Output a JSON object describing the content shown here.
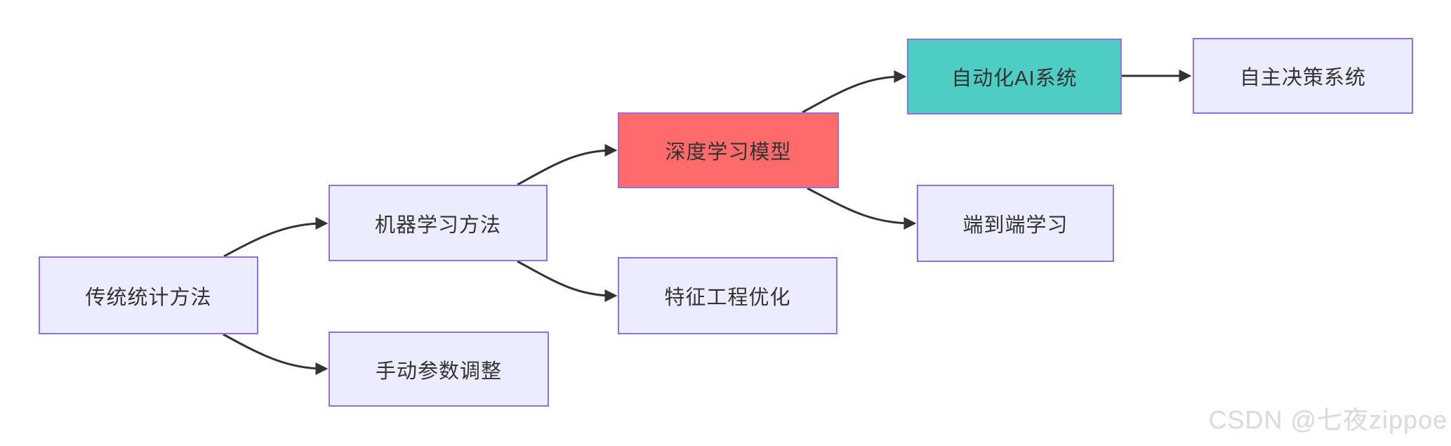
{
  "diagram": {
    "type": "flowchart",
    "direction": "left-to-right",
    "nodes": [
      {
        "id": "traditional-stats",
        "label": "传统统计方法",
        "style": "lavender"
      },
      {
        "id": "machine-learning",
        "label": "机器学习方法",
        "style": "lavender"
      },
      {
        "id": "manual-tuning",
        "label": "手动参数调整",
        "style": "lavender"
      },
      {
        "id": "deep-learning",
        "label": "深度学习模型",
        "style": "red"
      },
      {
        "id": "feature-engineering",
        "label": "特征工程优化",
        "style": "lavender"
      },
      {
        "id": "automated-ai",
        "label": "自动化AI系统",
        "style": "teal"
      },
      {
        "id": "end-to-end",
        "label": "端到端学习",
        "style": "lavender"
      },
      {
        "id": "autonomous-decision",
        "label": "自主决策系统",
        "style": "lavender"
      }
    ],
    "edges": [
      {
        "from": "传统统计方法",
        "to": "机器学习方法"
      },
      {
        "from": "传统统计方法",
        "to": "手动参数调整"
      },
      {
        "from": "机器学习方法",
        "to": "深度学习模型"
      },
      {
        "from": "机器学习方法",
        "to": "特征工程优化"
      },
      {
        "from": "深度学习模型",
        "to": "自动化AI系统"
      },
      {
        "from": "深度学习模型",
        "to": "端到端学习"
      },
      {
        "from": "自动化AI系统",
        "to": "自主决策系统"
      }
    ],
    "colors": {
      "node_fill": "#ECECFF",
      "node_border": "#9370DB",
      "highlight_red": "#FF6B6B",
      "highlight_teal": "#4ECDC4",
      "edge": "#333333",
      "text": "#333333"
    }
  },
  "watermark": {
    "text": "CSDN @七夜zippoe",
    "color": "#DBDBDB"
  }
}
